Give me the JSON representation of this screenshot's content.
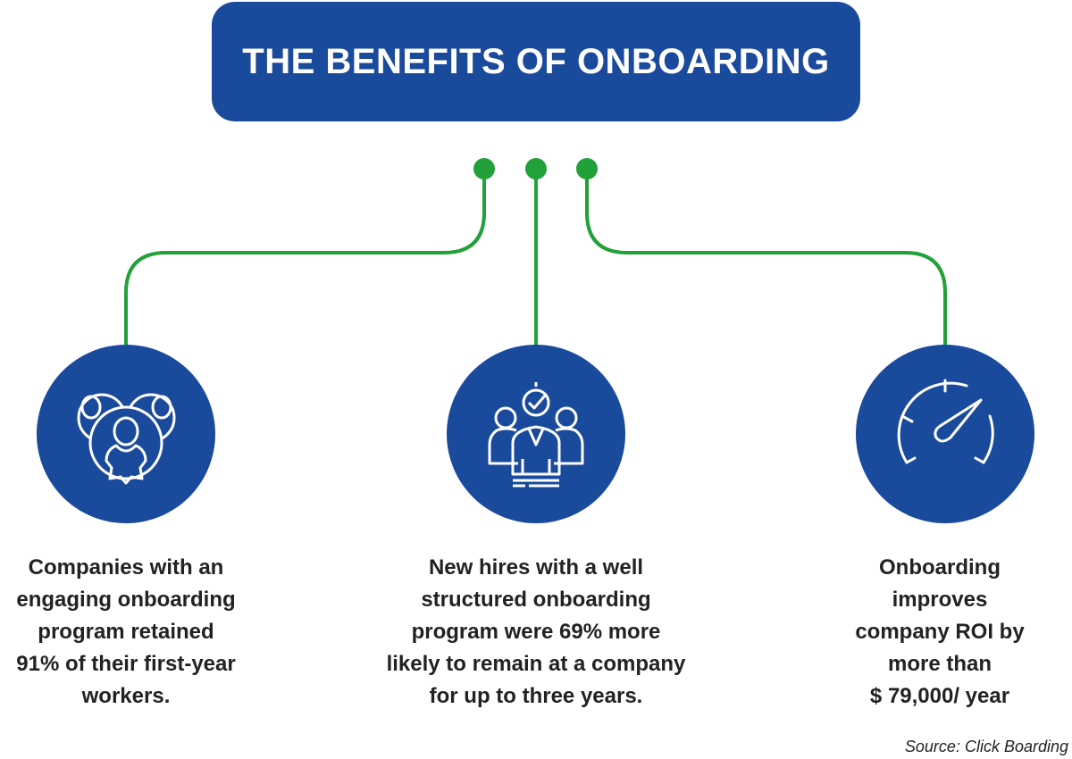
{
  "title": "THE BENEFITS OF ONBOARDING",
  "colors": {
    "primary": "#1a4a9b",
    "connector": "#22a03a",
    "text": "#222222"
  },
  "benefits": [
    {
      "icon": "team-star-icon",
      "lines": [
        "Companies with an",
        "engaging onboarding",
        "program retained",
        "91% of their first-year",
        "workers."
      ]
    },
    {
      "icon": "team-checkmark-icon",
      "lines": [
        "New hires with a well",
        "structured onboarding",
        "program were 69% more",
        "likely to remain at a company",
        "for up to three years."
      ]
    },
    {
      "icon": "speedometer-icon",
      "lines": [
        "Onboarding",
        "improves",
        "company ROI by",
        "more than",
        "$ 79,000/ year"
      ]
    }
  ],
  "source": "Source: Click Boarding"
}
